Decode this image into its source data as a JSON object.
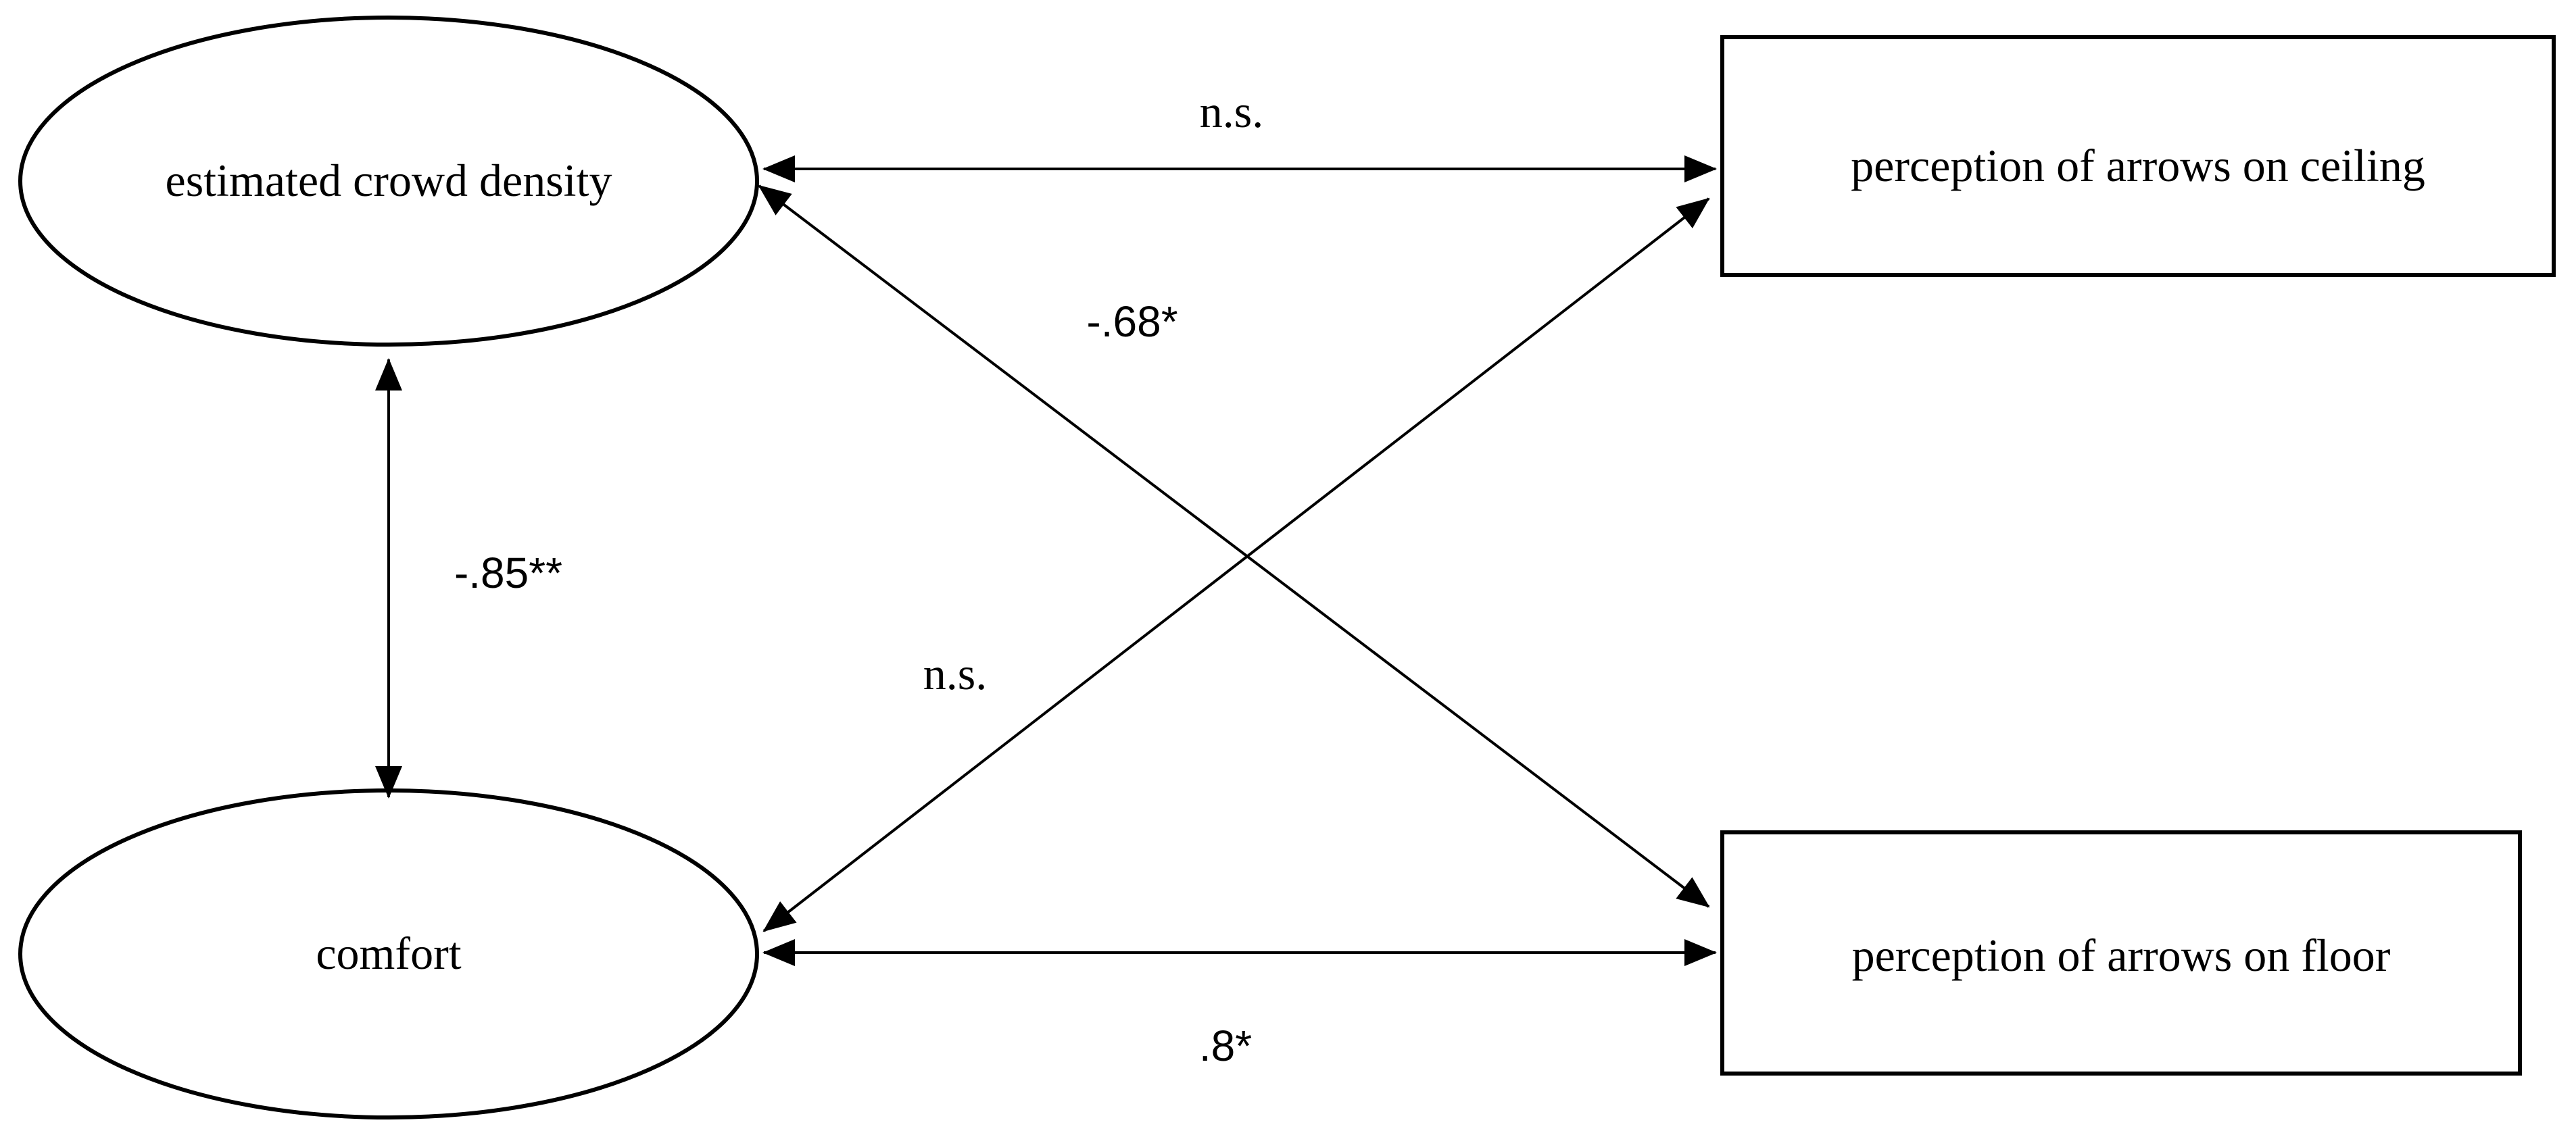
{
  "nodes": {
    "estimated_crowd_density": {
      "label": "estimated crowd density",
      "shape": "ellipse"
    },
    "comfort": {
      "label": "comfort",
      "shape": "ellipse"
    },
    "perception_ceiling": {
      "label": "perception of arrows on ceiling",
      "shape": "rectangle"
    },
    "perception_floor": {
      "label": "perception of arrows on floor",
      "shape": "rectangle"
    }
  },
  "edges": {
    "density_ceiling": {
      "label": "n.s."
    },
    "density_floor": {
      "label": "-.68*"
    },
    "density_comfort": {
      "label": "-.85**"
    },
    "comfort_ceiling": {
      "label": "n.s."
    },
    "comfort_floor": {
      "label": ".8*"
    }
  }
}
